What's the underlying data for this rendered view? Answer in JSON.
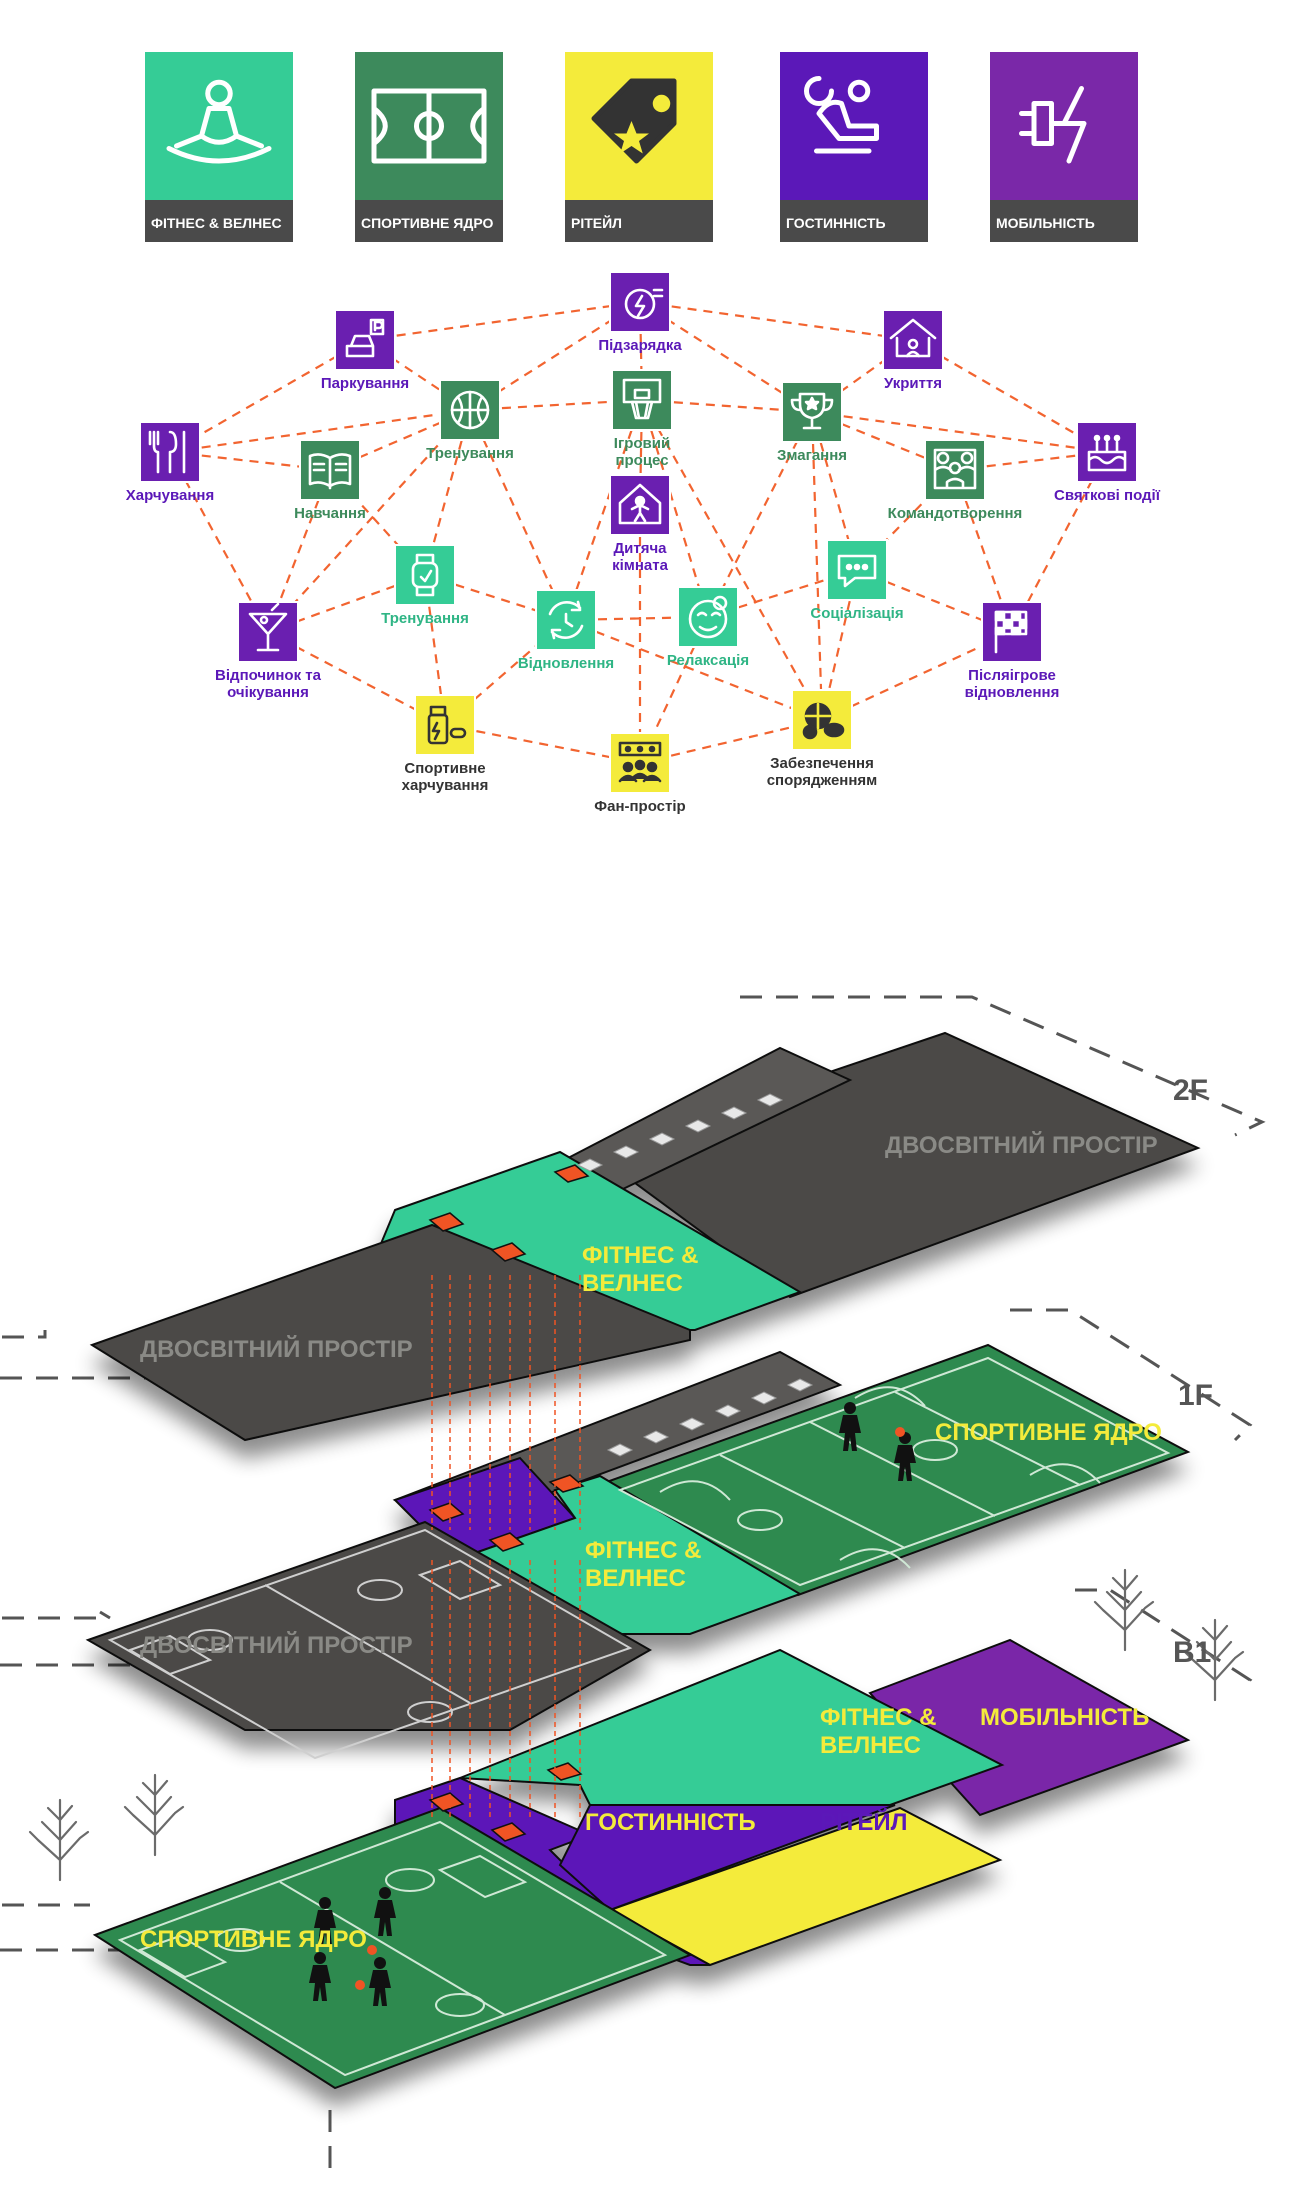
{
  "categories": [
    {
      "id": "fitness",
      "label": "ФІТНЕС & ВЕЛНЕС",
      "icon": "meditation-icon",
      "color": "#35cc96"
    },
    {
      "id": "sport",
      "label": "СПОРТИВНЕ ЯДРО",
      "icon": "court-icon",
      "color": "#3d8a5c"
    },
    {
      "id": "retail",
      "label": "РІТЕЙЛ",
      "icon": "price-tag-icon",
      "color": "#f4eb3b"
    },
    {
      "id": "hospitality",
      "label": "ГОСТИННІСТЬ",
      "icon": "armchair-icon",
      "color": "#5b18b8"
    },
    {
      "id": "mobility",
      "label": "МОБІЛЬНІСТЬ",
      "icon": "electric-plug-icon",
      "color": "#7a28a8"
    }
  ],
  "colors": {
    "fitness": "#35cc96",
    "sport": "#3d8a5c",
    "retail": "#f4eb3b",
    "hospitality": "#5b18b8",
    "mobility": "#7a28a8",
    "bar": "#4a4a4a",
    "connector": "#f26430",
    "dark_floor": "#4b4a46",
    "court": "#2f8a4f",
    "accent_red": "#f05424"
  },
  "network": {
    "nodes": [
      {
        "id": "charge",
        "label": [
          "Підзарядка"
        ],
        "cat": "hospitality",
        "icon": "charging-icon"
      },
      {
        "id": "parking",
        "label": [
          "Паркування"
        ],
        "cat": "hospitality",
        "icon": "parking-icon"
      },
      {
        "id": "shelter",
        "label": [
          "Укриття"
        ],
        "cat": "hospitality",
        "icon": "shelter-icon"
      },
      {
        "id": "food",
        "label": [
          "Харчування"
        ],
        "cat": "hospitality",
        "icon": "cutlery-icon"
      },
      {
        "id": "study",
        "label": [
          "Навчання"
        ],
        "cat": "sport",
        "icon": "book-icon"
      },
      {
        "id": "train1",
        "label": [
          "Тренування"
        ],
        "cat": "sport",
        "icon": "basketball-icon"
      },
      {
        "id": "game",
        "label": [
          "Ігровий",
          "процес"
        ],
        "cat": "sport",
        "icon": "basketball-hoop-icon"
      },
      {
        "id": "compete",
        "label": [
          "Змагання"
        ],
        "cat": "sport",
        "icon": "trophy-icon"
      },
      {
        "id": "team",
        "label": [
          "Командотворення"
        ],
        "cat": "sport",
        "icon": "team-icon"
      },
      {
        "id": "party",
        "label": [
          "Святкові події"
        ],
        "cat": "hospitality",
        "icon": "cake-icon"
      },
      {
        "id": "kids",
        "label": [
          "Дитяча",
          "кімната"
        ],
        "cat": "hospitality",
        "icon": "kids-room-icon"
      },
      {
        "id": "train2",
        "label": [
          "Тренування"
        ],
        "cat": "fitness",
        "icon": "smartwatch-icon"
      },
      {
        "id": "recovery",
        "label": [
          "Відновлення"
        ],
        "cat": "fitness",
        "icon": "recovery-icon"
      },
      {
        "id": "relax",
        "label": [
          "Релаксація"
        ],
        "cat": "fitness",
        "icon": "relax-face-icon"
      },
      {
        "id": "social",
        "label": [
          "Соціалізація"
        ],
        "cat": "fitness",
        "icon": "chat-icon"
      },
      {
        "id": "rest",
        "label": [
          "Відпочинок та",
          "очікування"
        ],
        "cat": "hospitality",
        "icon": "cocktail-icon"
      },
      {
        "id": "postgame",
        "label": [
          "Післяігрове",
          "відновлення"
        ],
        "cat": "hospitality",
        "icon": "finish-flag-icon"
      },
      {
        "id": "nutrition",
        "label": [
          "Спортивне",
          "харчування"
        ],
        "cat": "retail",
        "icon": "supplements-icon"
      },
      {
        "id": "fan",
        "label": [
          "Фан-простір"
        ],
        "cat": "retail",
        "icon": "fans-icon"
      },
      {
        "id": "equipment",
        "label": [
          "Забезпечення",
          "спорядженням"
        ],
        "cat": "retail",
        "icon": "sport-balls-icon"
      }
    ],
    "edges": [
      [
        "parking",
        "charge"
      ],
      [
        "charge",
        "shelter"
      ],
      [
        "parking",
        "train1"
      ],
      [
        "charge",
        "train1"
      ],
      [
        "charge",
        "game"
      ],
      [
        "charge",
        "compete"
      ],
      [
        "shelter",
        "compete"
      ],
      [
        "shelter",
        "party"
      ],
      [
        "parking",
        "food"
      ],
      [
        "food",
        "train1"
      ],
      [
        "food",
        "study"
      ],
      [
        "food",
        "rest"
      ],
      [
        "study",
        "train1"
      ],
      [
        "study",
        "rest"
      ],
      [
        "study",
        "train2"
      ],
      [
        "train1",
        "game"
      ],
      [
        "train1",
        "train2"
      ],
      [
        "train1",
        "rest"
      ],
      [
        "train1",
        "recovery"
      ],
      [
        "game",
        "compete"
      ],
      [
        "game",
        "kids"
      ],
      [
        "game",
        "relax"
      ],
      [
        "game",
        "recovery"
      ],
      [
        "game",
        "equipment"
      ],
      [
        "compete",
        "team"
      ],
      [
        "compete",
        "social"
      ],
      [
        "compete",
        "relax"
      ],
      [
        "compete",
        "party"
      ],
      [
        "compete",
        "equipment"
      ],
      [
        "team",
        "party"
      ],
      [
        "team",
        "social"
      ],
      [
        "team",
        "postgame"
      ],
      [
        "party",
        "postgame"
      ],
      [
        "train2",
        "recovery"
      ],
      [
        "train2",
        "nutrition"
      ],
      [
        "train2",
        "rest"
      ],
      [
        "rest",
        "nutrition"
      ],
      [
        "recovery",
        "relax"
      ],
      [
        "recovery",
        "nutrition"
      ],
      [
        "recovery",
        "equipment"
      ],
      [
        "relax",
        "social"
      ],
      [
        "relax",
        "fan"
      ],
      [
        "social",
        "postgame"
      ],
      [
        "social",
        "equipment"
      ],
      [
        "nutrition",
        "fan"
      ],
      [
        "fan",
        "equipment"
      ],
      [
        "equipment",
        "postgame"
      ],
      [
        "kids",
        "fan"
      ]
    ]
  },
  "floors": {
    "levels": [
      {
        "id": "2F",
        "label": "2F"
      },
      {
        "id": "1F",
        "label": "1F"
      },
      {
        "id": "B1",
        "label": "B1"
      }
    ],
    "zones": [
      {
        "floor": "2F",
        "label": "ДВОСВІТНИЙ ПРОСТІР",
        "kind": "dark"
      },
      {
        "floor": "2F",
        "label": "ДВОСВІТНИЙ ПРОСТІР",
        "kind": "dark"
      },
      {
        "floor": "2F",
        "label": [
          "ФІТНЕС &",
          "ВЕЛНЕС"
        ],
        "kind": "fitness"
      },
      {
        "floor": "1F",
        "label": "СПОРТИВНЕ ЯДРО",
        "kind": "sport"
      },
      {
        "floor": "1F",
        "label": [
          "ФІТНЕС &",
          "ВЕЛНЕС"
        ],
        "kind": "fitness"
      },
      {
        "floor": "1F",
        "label": "ДВОСВІТНИЙ ПРОСТІР",
        "kind": "dark"
      },
      {
        "floor": "B1",
        "label": [
          "ФІТНЕС &",
          "ВЕЛНЕС"
        ],
        "kind": "fitness"
      },
      {
        "floor": "B1",
        "label": "МОБІЛЬНІСТЬ",
        "kind": "mobility"
      },
      {
        "floor": "B1",
        "label": "ГОСТИННІСТЬ",
        "kind": "hospitality"
      },
      {
        "floor": "B1",
        "label": "РІТЕЙЛ",
        "kind": "retail"
      },
      {
        "floor": "B1",
        "label": "СПОРТИВНЕ ЯДРО",
        "kind": "sport"
      }
    ]
  }
}
